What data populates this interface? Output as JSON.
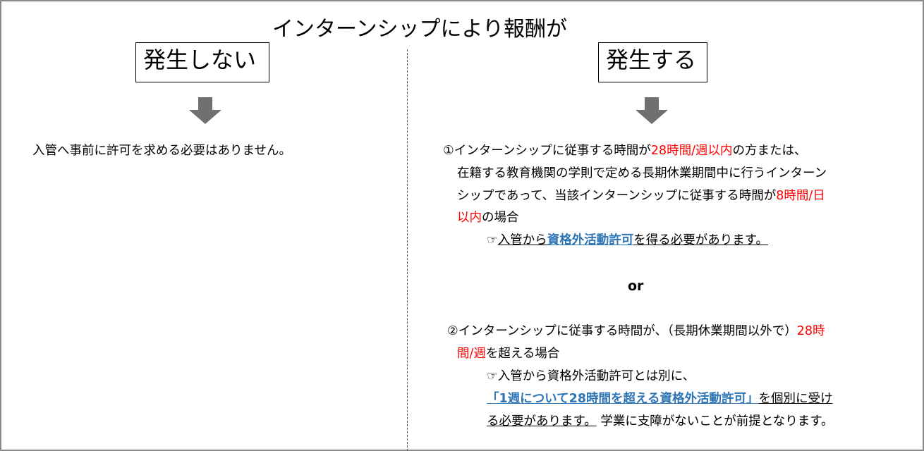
{
  "title": "インターンシップにより報酬が",
  "left": {
    "header": "発生しない",
    "body": "入管へ事前に許可を求める必要はありません。"
  },
  "right": {
    "header": "発生する",
    "or_label": "or",
    "lines": [
      [
        {
          "t": "①インターンシップに従事する時間が",
          "s": ""
        },
        {
          "t": "28時間/週以内",
          "s": "red"
        },
        {
          "t": "の方または、",
          "s": ""
        }
      ],
      [
        {
          "t": "在籍する教育機関の学則で定める長期休業期間中に行うインターン",
          "s": ""
        }
      ],
      [
        {
          "t": "シップであって、当該インターンシップに従事する時間が",
          "s": ""
        },
        {
          "t": "8時間/日",
          "s": "red"
        }
      ],
      [
        {
          "t": "以内",
          "s": "red"
        },
        {
          "t": "の場合",
          "s": ""
        }
      ],
      [
        {
          "t": "☞",
          "s": ""
        },
        {
          "t": "入管から",
          "s": "ul"
        },
        {
          "t": "資格外活動許可",
          "s": "blue"
        },
        {
          "t": "を得る必要があります。",
          "s": "ul"
        }
      ],
      [
        {
          "t": "②インターンシップに従事する時間が、（長期休業期間以外で）",
          "s": ""
        },
        {
          "t": "28時",
          "s": "red"
        }
      ],
      [
        {
          "t": "間/週",
          "s": "red"
        },
        {
          "t": "を超える場合",
          "s": ""
        }
      ],
      [
        {
          "t": "☞入管から資格外活動許可とは別に、",
          "s": ""
        }
      ],
      [
        {
          "t": "「1週について28時間を超える資格外活動許可」",
          "s": "blue"
        },
        {
          "t": "を個別に受け",
          "s": "ul"
        }
      ],
      [
        {
          "t": "る必要があります。",
          "s": "ul"
        },
        {
          "t": "  学業に支障がないことが前提となります。",
          "s": ""
        }
      ]
    ]
  }
}
